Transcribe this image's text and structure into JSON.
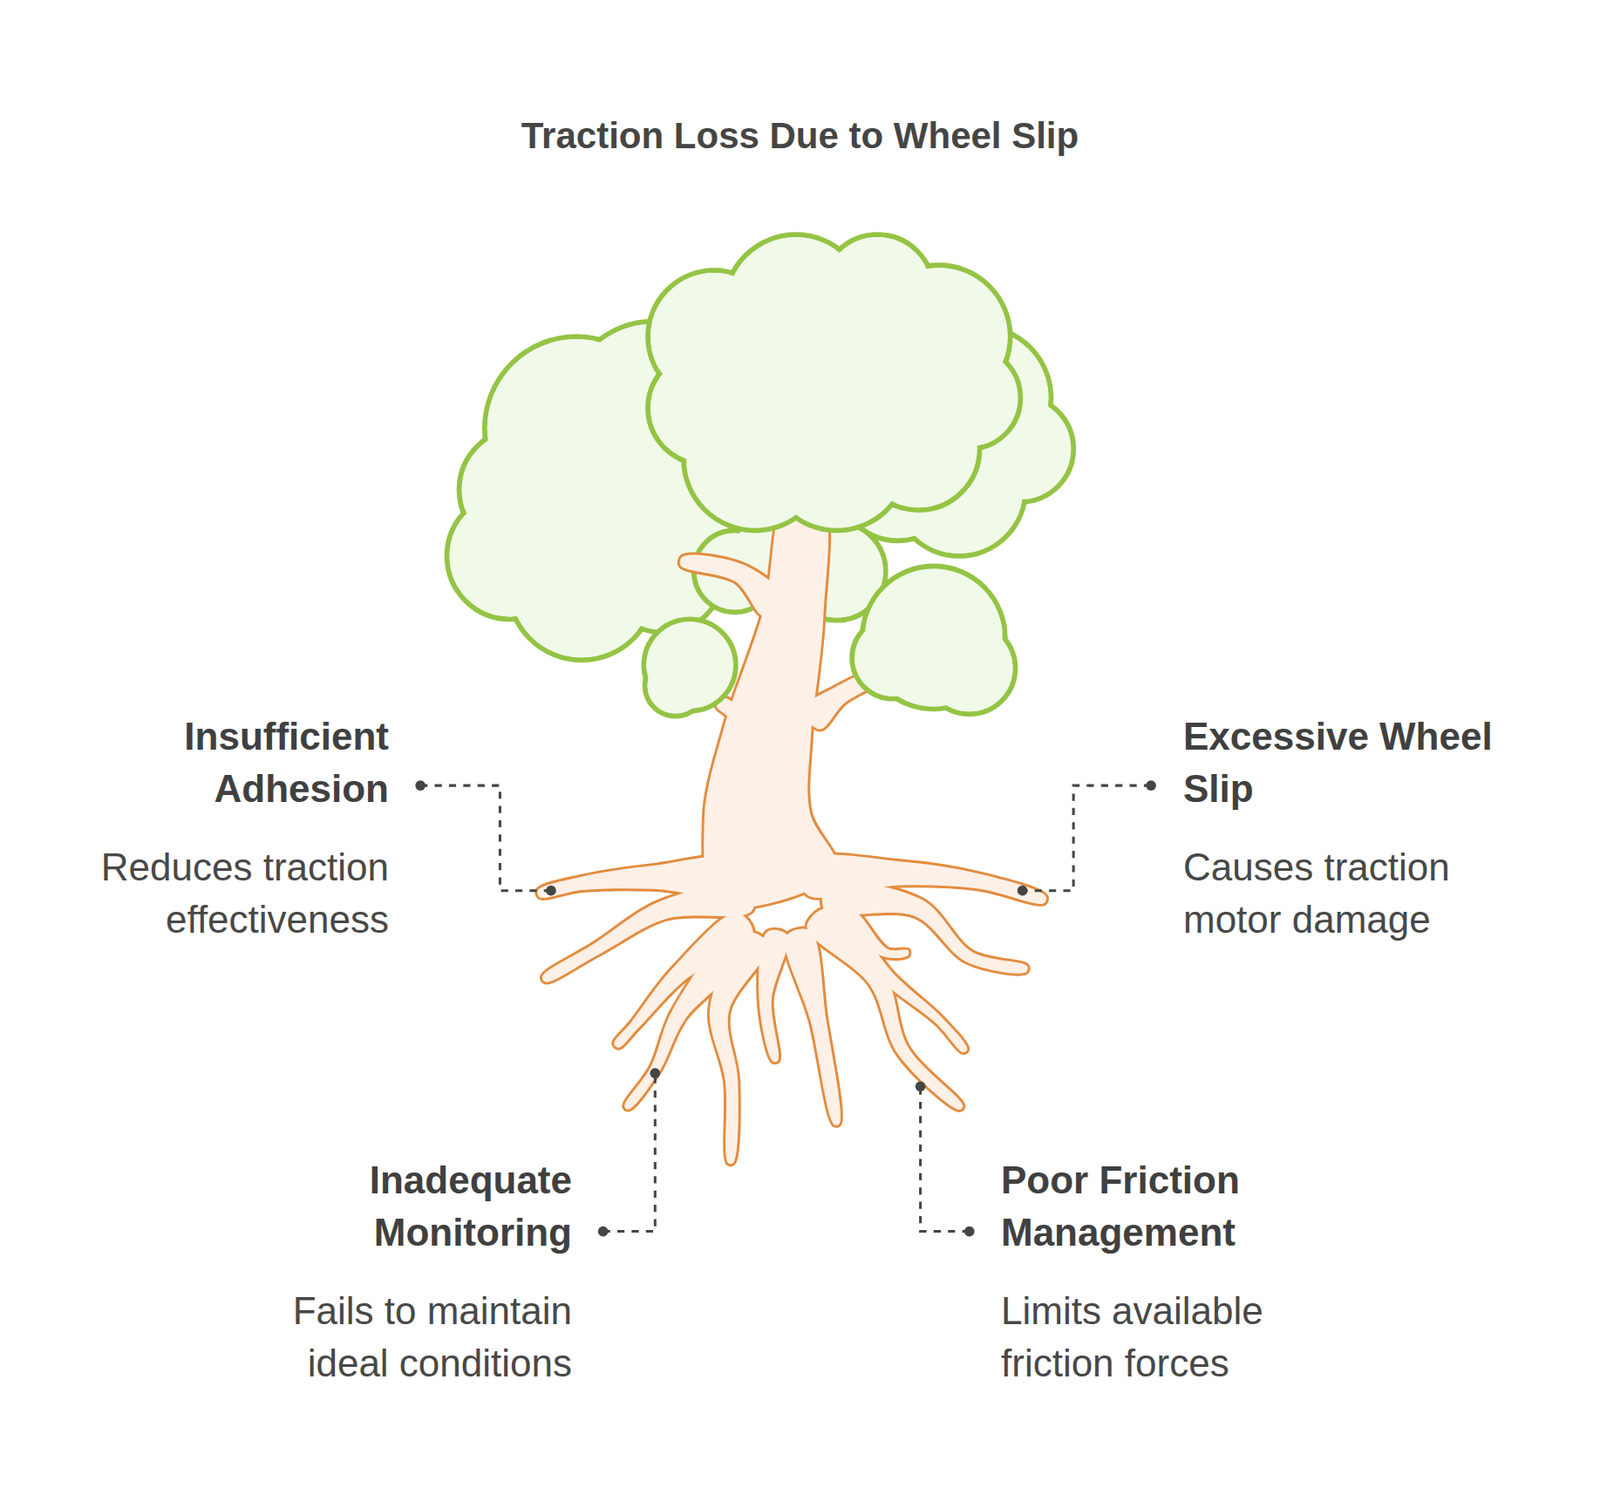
{
  "diagram": {
    "title": "Traction Loss Due to Wheel Slip",
    "labels": [
      "Insufficient Adhesion",
      "Reduces traction effectiveness",
      "Excessive Wheel Slip",
      "Causes traction motor damage",
      "Inadequate Monitoring",
      "Fails to maintain ideal conditions",
      "Poor Friction Management",
      "Limits available friction forces"
    ]
  }
}
